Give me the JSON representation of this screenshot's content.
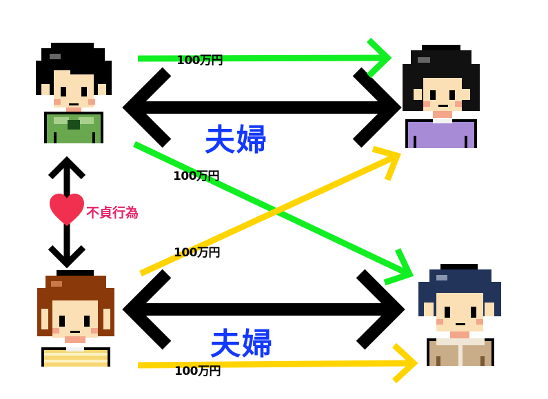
{
  "colors": {
    "green_arrow": "#11ee22",
    "yellow_arrow": "#ffd400",
    "black_arrow": "#000000",
    "couple_label": "#1338ff",
    "affair_label": "#e8226a",
    "heart": "#f0304e"
  },
  "people": [
    {
      "id": "husband-a",
      "position": "top-left",
      "hair": "black",
      "clothes": "green hoodie"
    },
    {
      "id": "wife-a",
      "position": "top-right",
      "hair": "black",
      "clothes": "purple sweater"
    },
    {
      "id": "wife-b",
      "position": "bottom-left",
      "hair": "brown",
      "clothes": "yellow striped shirt"
    },
    {
      "id": "husband-b",
      "position": "bottom-right",
      "hair": "navy",
      "clothes": "beige jacket"
    }
  ],
  "relations": {
    "top_couple": "夫婦",
    "bottom_couple": "夫婦",
    "affair": "不貞行為",
    "heart_icon": "heart-icon"
  },
  "payments": [
    {
      "label": "100万円",
      "from": "top-left",
      "to": "top-right",
      "color": "green"
    },
    {
      "label": "100万円",
      "from": "top-left",
      "to": "bottom-right",
      "color": "green"
    },
    {
      "label": "100万円",
      "from": "bottom-left",
      "to": "top-right",
      "color": "yellow"
    },
    {
      "label": "100万円",
      "from": "bottom-left",
      "to": "bottom-right",
      "color": "yellow"
    }
  ]
}
